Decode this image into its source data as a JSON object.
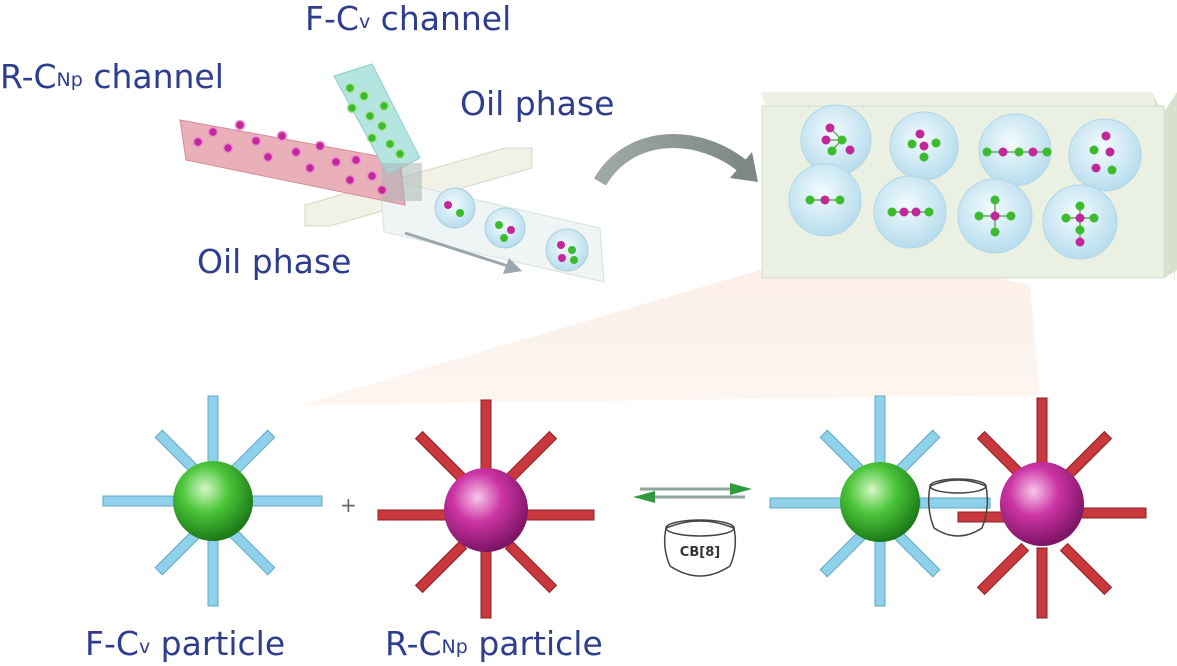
{
  "labels": {
    "fcv_channel": {
      "main": "F-C",
      "sub": "v",
      "tail": " channel"
    },
    "rcnp_channel": {
      "main": "R-C",
      "sub": "Np",
      "tail": " channel"
    },
    "oil_phase_top": "Oil phase",
    "oil_phase_bottom": "Oil phase",
    "fcv_particle": {
      "main": "F-C",
      "sub": "v",
      "tail": " particle"
    },
    "rcnp_particle": {
      "main": "R-C",
      "sub": "Np",
      "tail": " particle"
    },
    "plus": "+",
    "cb8": "CB[8]"
  },
  "colors": {
    "green_particle": "#3dbb2e",
    "magenta_particle": "#c2289a",
    "blue_arm": "#8fd1ea",
    "red_arm": "#c8383c",
    "label_text": "#2f3d8f",
    "channel_red": "#e9a7b1",
    "channel_cyan": "#aee3df",
    "droplet": "#cfe9f3"
  }
}
